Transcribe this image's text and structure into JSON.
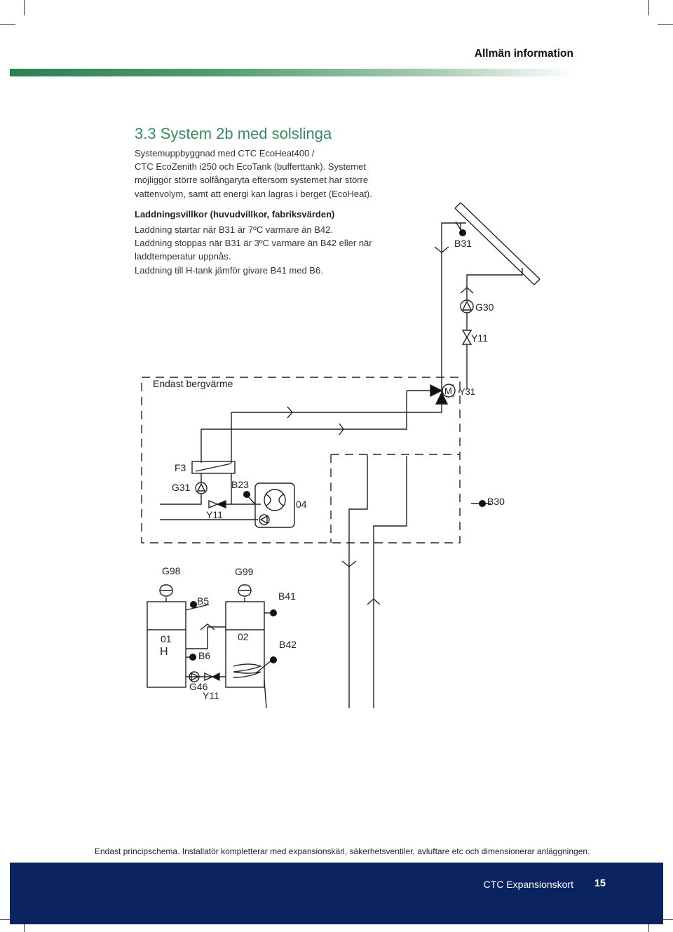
{
  "header": {
    "section_name": "Allmän information"
  },
  "section": {
    "title": "3.3  System 2b med solslinga",
    "intro_lines": [
      "Systemuppbyggnad med CTC EcoHeat400 /",
      "CTC EcoZenith i250 och EcoTank (bufferttank). Systemet",
      "möjliggör större solfångaryta eftersom systemet har större",
      "vattenvolym, samt att energi kan lagras i berget (EcoHeat)."
    ],
    "conditions_heading": "Laddningsvillkor (huvudvillkor, fabriksvärden)",
    "conditions": [
      "Laddning startar när B31 är 7ºC varmare än B42.",
      "Laddning stoppas när B31 är 3ºC varmare än B42 eller när",
      "laddtemperatur uppnås.",
      "Laddning till H-tank jämför givare B41 med B6."
    ]
  },
  "diagram": {
    "labels": {
      "b31": "B31",
      "g30": "G30",
      "y11_solar": "Y11",
      "endast_bergvarme": "Endast bergvärme",
      "y31": "Y31",
      "f3": "F3",
      "g31": "G31",
      "b23": "B23",
      "y11_heatpump": "Y11",
      "n04": "04",
      "b30": "B30",
      "g98": "G98",
      "g99": "G99",
      "b5": "B5",
      "b41": "B41",
      "n01": "01",
      "h": "H",
      "n02": "02",
      "b6": "B6",
      "b42": "B42",
      "g46": "G46",
      "y11_tank": "Y11",
      "motor_m": "M"
    }
  },
  "footnote": "Endast principschema. Installatör kompletterar med expansionskärl, säkerhetsventiler, avluftare etc och dimensionerar anläggningen.",
  "footer": {
    "product": "CTC Expansionskort",
    "page_number": "15"
  }
}
